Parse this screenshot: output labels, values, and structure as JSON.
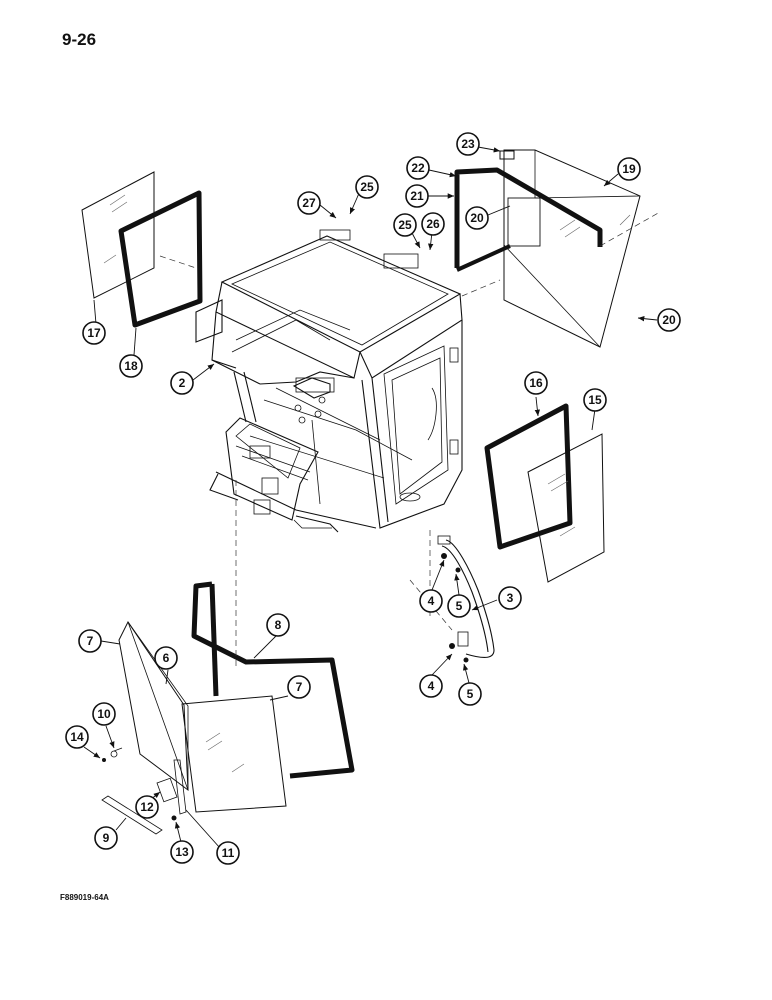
{
  "page": {
    "number": "9-26",
    "figure_code": "F889019-64A"
  },
  "callouts": {
    "c2": "2",
    "c3": "3",
    "c4a": "4",
    "c4b": "4",
    "c5a": "5",
    "c5b": "5",
    "c6": "6",
    "c7a": "7",
    "c7b": "7",
    "c8": "8",
    "c9": "9",
    "c10": "10",
    "c11": "11",
    "c12": "12",
    "c13": "13",
    "c14": "14",
    "c15": "15",
    "c16": "16",
    "c17": "17",
    "c18": "18",
    "c19": "19",
    "c20a": "20",
    "c20b": "20",
    "c21": "21",
    "c22": "22",
    "c23": "23",
    "c25a": "25",
    "c25b": "25",
    "c26": "26",
    "c27": "27"
  }
}
